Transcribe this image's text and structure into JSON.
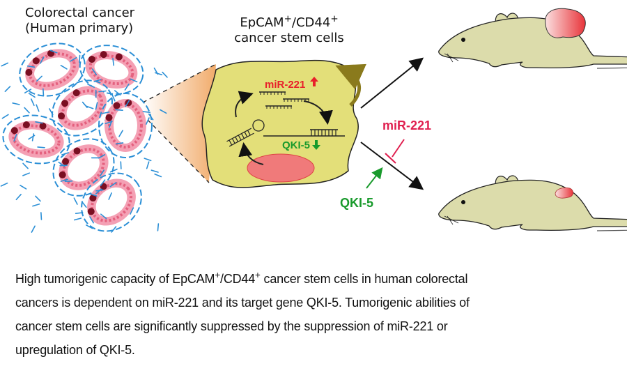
{
  "labels": {
    "tissue_line1": "Colorectal cancer",
    "tissue_line2": "(Human primary)",
    "csc_line1_a": "EpCAM",
    "csc_line1_sup1": "+",
    "csc_line1_b": "/CD44",
    "csc_line1_sup2": "+",
    "csc_line2": "cancer stem cells",
    "cell_mir": "miR-221",
    "cell_qki": "QKI-5",
    "inhibitor_mir": "miR-221",
    "promoter_qki": "QKI-5"
  },
  "caption": {
    "l1_a": "High tumorigenic capacity of EpCAM",
    "l1_sup1": "+",
    "l1_b": "/CD44",
    "l1_sup2": "+",
    "l1_c": " cancer stem cells in human colorectal",
    "l2": "cancers is dependent on miR-221 and its target gene QKI-5. Tumorigenic abilities of",
    "l3": "cancer stem cells are significantly suppressed by the suppression of miR-221 or",
    "l4": "upregulation of QKI-5."
  },
  "colors": {
    "cell_fill": "#e3df79",
    "mouse_fill": "#dcdcab",
    "mir_red": "#e8202a",
    "qki_green": "#199a2c",
    "inhibit_pink": "#e01f4f",
    "feedback_arrow": "#8a7a1c",
    "nucleus": "#f07a7a",
    "stroma_blue": "#2b8fd6"
  },
  "outcomes": {
    "top_mouse": "large-tumor",
    "bottom_mouse": "small-tumor"
  }
}
